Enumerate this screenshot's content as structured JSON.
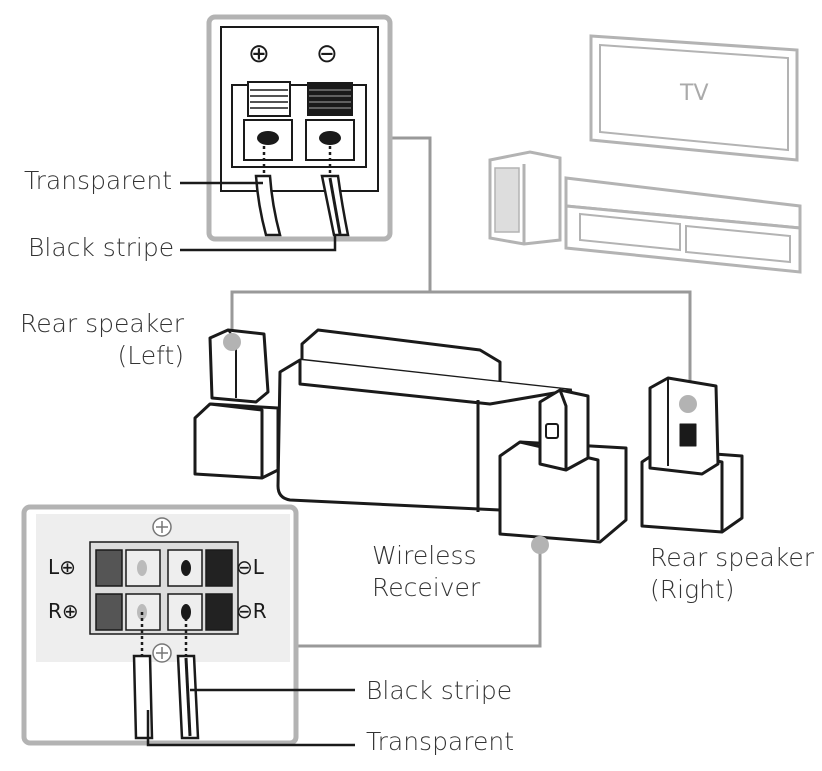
{
  "labels": {
    "top_transparent": "Transparent",
    "top_black_stripe": "Black stripe",
    "rear_left_line1": "Rear speaker",
    "rear_left_line2": "(Left)",
    "wireless_line1": "Wireless",
    "wireless_line2": "Receiver",
    "rear_right_line1": "Rear speaker",
    "rear_right_line2": "(Right)",
    "bottom_black_stripe": "Black stripe",
    "bottom_transparent": "Transparent",
    "tv": "TV"
  },
  "terminal_marks": {
    "plus": "⊕",
    "minus": "⊖",
    "left_plus": "L⊕",
    "left_minus": "⊖L",
    "right_plus": "R⊕",
    "right_minus": "⊖R"
  },
  "colors": {
    "line_gray": "#999999",
    "device_gray": "#b3b3b3",
    "ink": "#1a1a1a",
    "panel_fill": "#eeeeee"
  }
}
